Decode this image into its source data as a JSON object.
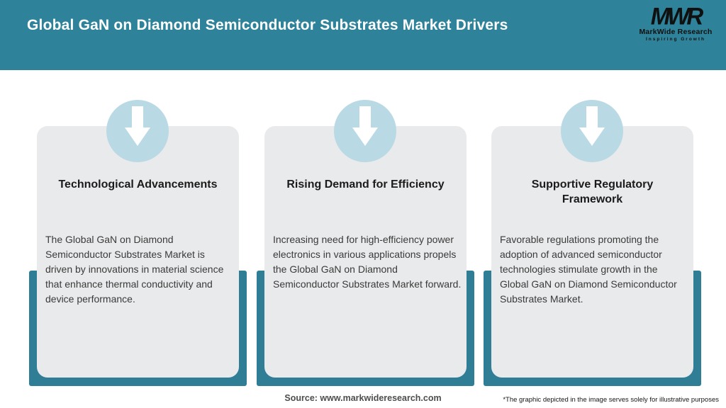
{
  "header": {
    "title": "Global GaN on Diamond Semiconductor Substrates Market Drivers",
    "logo": {
      "mark": "MWR",
      "name": "MarkWide Research",
      "tagline": "Inspiring Growth"
    }
  },
  "cards": [
    {
      "icon": "arrow-down-icon",
      "heading": "Technological Advancements",
      "body": "The Global GaN on Diamond Semiconductor Substrates Market is driven by innovations in material science that enhance thermal conductivity and device performance."
    },
    {
      "icon": "arrow-down-icon",
      "heading": "Rising Demand for Efficiency",
      "body": "Increasing need for high-efficiency power electronics in various applications propels the Global GaN on Diamond Semiconductor Substrates Market forward."
    },
    {
      "icon": "arrow-down-icon",
      "heading": "Supportive Regulatory Framework",
      "body": "Favorable regulations promoting the adoption of advanced semiconductor technologies stimulate growth in the Global GaN on Diamond Semiconductor Substrates Market."
    }
  ],
  "footer": {
    "source": "Source: www.markwideresearch.com",
    "disclaimer": "*The graphic depicted in the image serves solely for illustrative purposes"
  },
  "colors": {
    "header_bg": "#2E839A",
    "bar_bg": "#2F7E96",
    "card_bg": "#E9EAEC",
    "circle_bg": "#B9D9E5",
    "title_text": "#FFFFFF",
    "heading_text": "#1B1B1B",
    "body_text": "#3A3A3A"
  }
}
